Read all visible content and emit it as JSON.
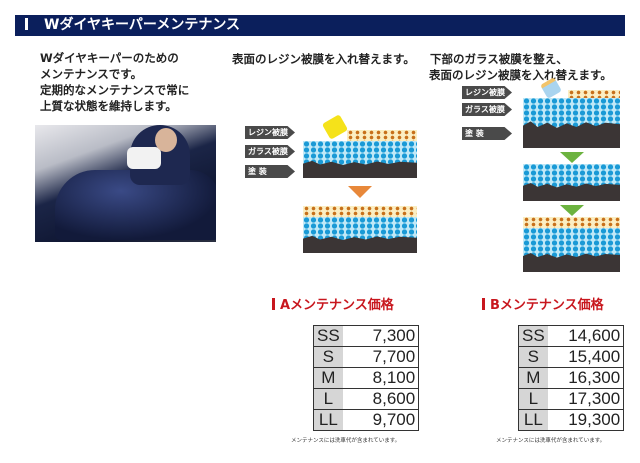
{
  "header": {
    "title": "Wダイヤキーパーメンテナンス"
  },
  "intro": {
    "lines": [
      "Wダイヤキーパーのための",
      "メンテナンスです。",
      "定期的なメンテナンスで常に",
      "上質な状態を維持します。"
    ]
  },
  "plan_a": {
    "description": "表面のレジン被膜を入れ替えます。",
    "labels": [
      "レジン被膜",
      "ガラス被膜",
      "塗 装"
    ],
    "price_title": "Aメンテナンス価格",
    "prices": [
      {
        "size": "SS",
        "price": "7,300"
      },
      {
        "size": "S",
        "price": "7,700"
      },
      {
        "size": "M",
        "price": "8,100"
      },
      {
        "size": "L",
        "price": "8,600"
      },
      {
        "size": "LL",
        "price": "9,700"
      }
    ],
    "note": "メンテナンスには洗車代が含まれています。"
  },
  "plan_b": {
    "description": [
      "下部のガラス被膜を整え、",
      "表面のレジン被膜を入れ替えます。"
    ],
    "labels": [
      "レジン被膜",
      "ガラス被膜",
      "塗 装"
    ],
    "price_title": "Bメンテナンス価格",
    "prices": [
      {
        "size": "SS",
        "price": "14,600"
      },
      {
        "size": "S",
        "price": "15,400"
      },
      {
        "size": "M",
        "price": "16,300"
      },
      {
        "size": "L",
        "price": "17,300"
      },
      {
        "size": "LL",
        "price": "19,300"
      }
    ],
    "note": "メンテナンスには洗車代が含まれています。"
  },
  "colors": {
    "header": "#0b1f5c",
    "price_title": "#c8171e",
    "arrow_a": "#e8883a",
    "arrow_b": "#6cb33f"
  }
}
